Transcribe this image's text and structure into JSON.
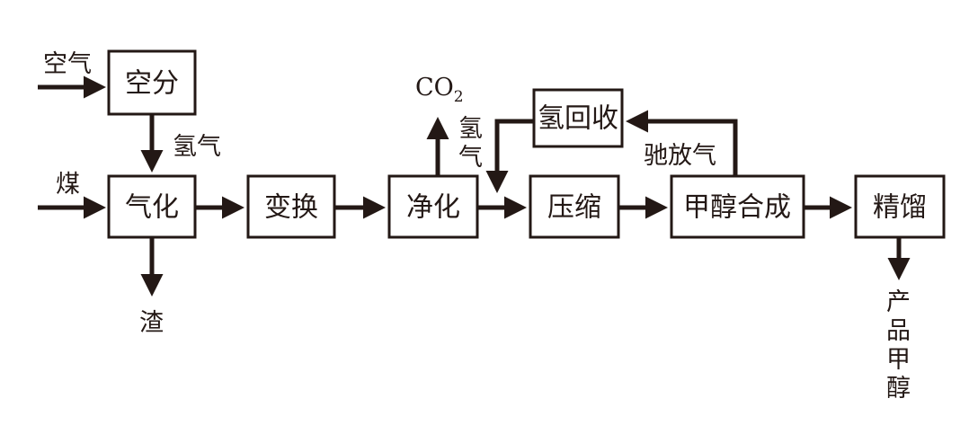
{
  "colors": {
    "ink": "#231815",
    "background": "#ffffff"
  },
  "inputs": {
    "air": "空气",
    "coal": "煤"
  },
  "units": {
    "air_separation": "空分",
    "gasification": "气化",
    "shift": "变换",
    "purification": "净化",
    "compression": "压缩",
    "hydrogen_recovery": "氢回收",
    "methanol_synthesis": "甲醇合成",
    "distillation": "精馏"
  },
  "streams": {
    "hydrogen_to_gasifier": "氢气",
    "slag": "渣",
    "co2": "CO",
    "co2_subscript": "2",
    "hydrogen_recycle": [
      "氢",
      "气"
    ],
    "purge_gas": "驰放气",
    "product": [
      "产",
      "品",
      "甲",
      "醇"
    ]
  }
}
